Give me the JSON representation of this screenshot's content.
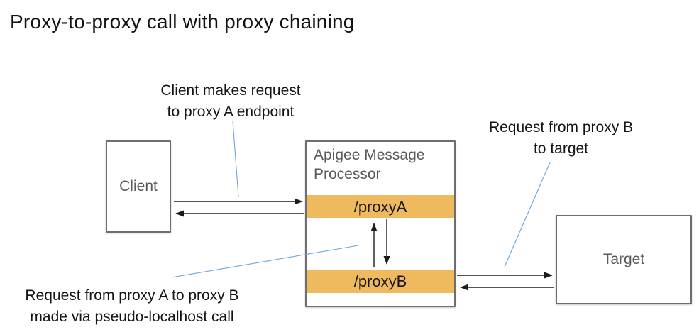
{
  "title": "Proxy-to-proxy call with proxy chaining",
  "annotations": {
    "client_request": "Client makes request\nto proxy A endpoint",
    "proxy_b_to_target": "Request from proxy B\nto target",
    "proxy_a_to_proxy_b": "Request from proxy A to proxy B\nmade via pseudo-localhost call"
  },
  "nodes": {
    "client": {
      "label": "Client"
    },
    "processor": {
      "label": "Apigee Message\nProcessor",
      "proxy_a": "/proxyA",
      "proxy_b": "/proxyB"
    },
    "target": {
      "label": "Target"
    }
  },
  "colors": {
    "endpoint_bar": "#EFB95D",
    "leader_line": "#6CA6DD",
    "arrow": "#1C1C1C",
    "box_border": "#6E6E6E",
    "muted_text": "#5A5A5A"
  }
}
